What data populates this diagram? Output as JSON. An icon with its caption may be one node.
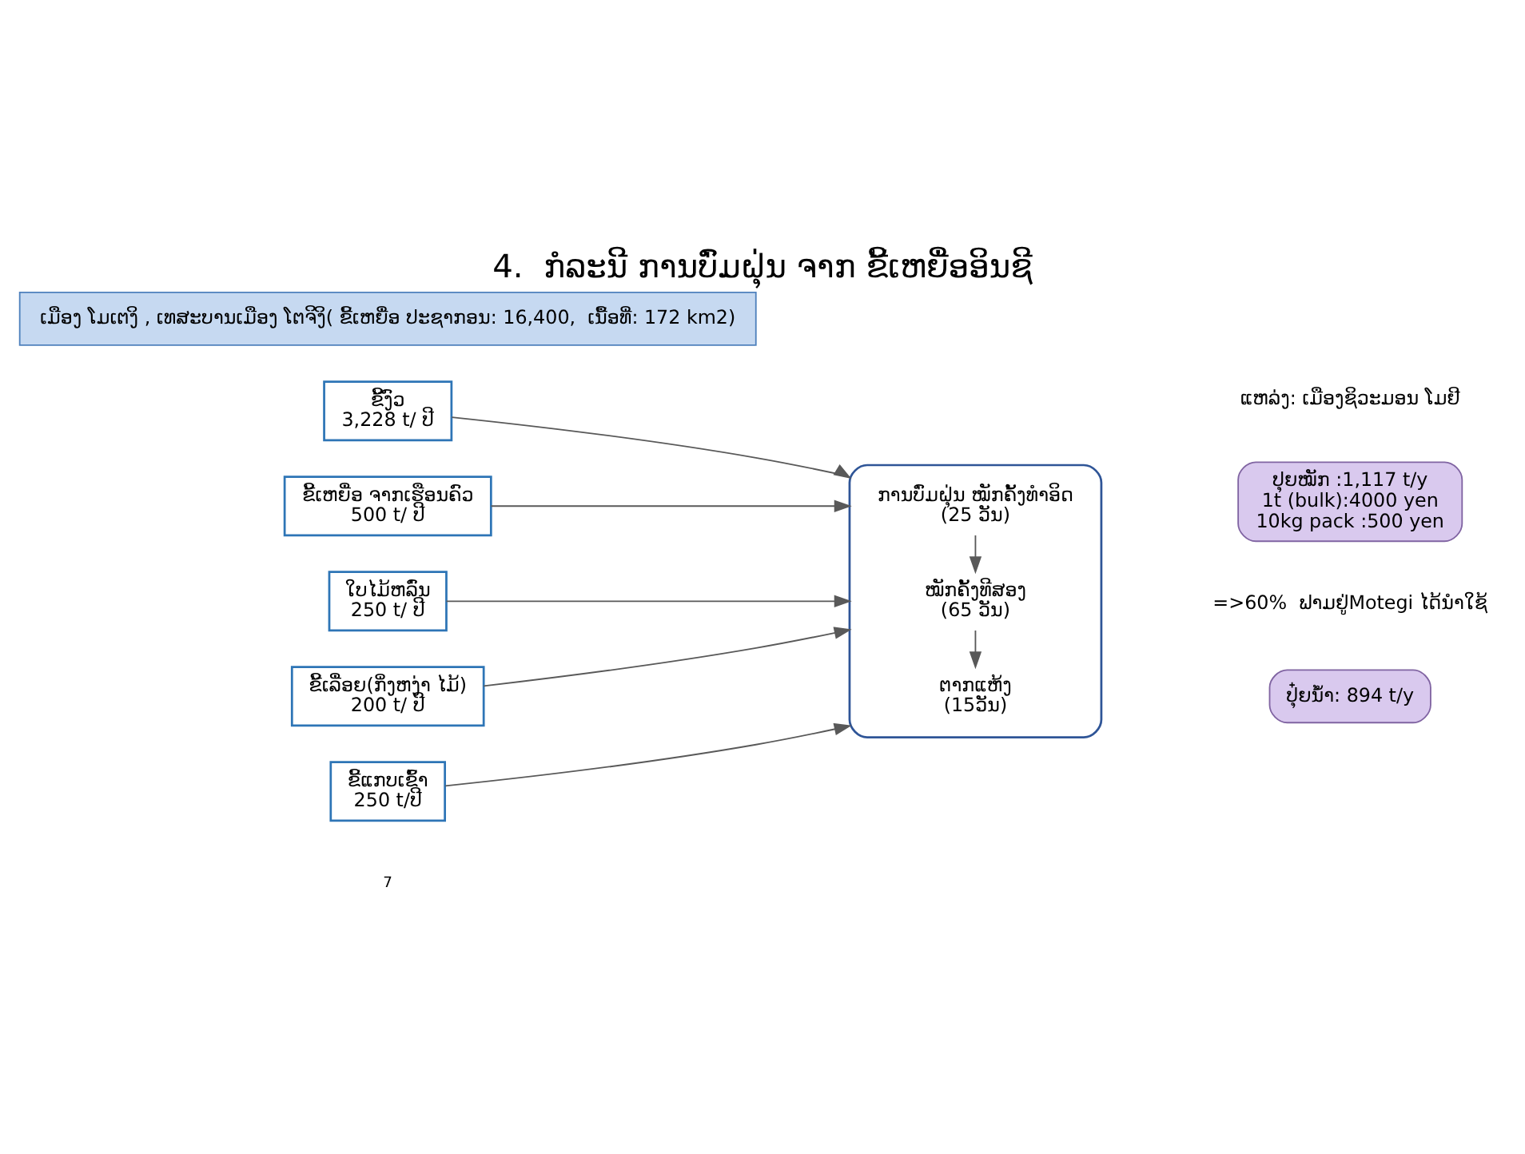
{
  "diagram": {
    "title": "4.  ກໍລະນີ ການບົ່ມຝຸ່ນ ຈາກ ຂີ້ເຫຍື່ອອິນຊີ",
    "nodes": [
      {
        "text": [
          "ເມືອງ ໂມເຕງິ , ເທສະບານເມືອງ ໂຕຈິງິ( ຂີ້ເຫຍື່ອ ປະຊາກອນ: 16,400,  ເນື້ອທີ່: 172 km2)"
        ]
      },
      {
        "text": [
          "ຂີ້ງົວ",
          "3,228 t/ ປີ"
        ]
      },
      {
        "text": [
          "ຂີ້ເຫຍື່ອ ຈາກເຮືອນຄົວ",
          "500 t/ ປີ"
        ]
      },
      {
        "text": [
          "ໃບໄມ້ຫລົ່ນ",
          "250 t/ ປີ"
        ]
      },
      {
        "text": [
          "ຂີ້ເລື່ອຍ(ກິ່ງຫງ່າ ໄມ້)",
          "200 t/ ປີ"
        ]
      },
      {
        "text": [
          "ຂີ້ແກບເຂົ້າ",
          "250 t/ປີ"
        ]
      },
      {
        "text": [],
        "shape": "cylinder"
      },
      {
        "text": [
          "ການບົ່ມຝຸ່ນ ໝັກຄັ້ງທໍາອິດ",
          "(25 ວັນ)"
        ],
        "in": 6
      },
      {
        "text": [
          "ໝັກຄັ້ງທີສອງ",
          "(65 ວັນ)"
        ],
        "in": 6
      },
      {
        "text": [
          "ຕາກແຫ້ງ",
          "(15ວັນ)"
        ],
        "in": 6
      },
      {
        "text": [
          "ປຸຍໝັກ :1,117 t/y",
          "1t (bulk):4000 yen",
          "10kg pack :500 yen"
        ]
      },
      {
        "text": [
          "ປຸ໋ຍນໍ້າ: 894 t/y"
        ]
      }
    ],
    "edges": [
      {
        "from": 1,
        "to": 7,
        "arrow": "to"
      },
      {
        "from": 2,
        "to": 7,
        "arrow": "to"
      },
      {
        "from": 3,
        "to": 8,
        "arrow": "to"
      },
      {
        "from": 4,
        "to": 8,
        "arrow": "to"
      },
      {
        "from": 5,
        "to": 9,
        "arrow": "to"
      },
      {
        "from": 7,
        "to": 8,
        "arrow": "to"
      },
      {
        "from": 8,
        "to": 9,
        "arrow": "to"
      }
    ],
    "labels": [
      "=>60%  ຟາມຢູ່Motegi ໄດ້ນໍາໃຊ້",
      "ແຫລ່ງ: ເມືອງຊິວະມອນ ໂມຢີ",
      "7"
    ]
  }
}
